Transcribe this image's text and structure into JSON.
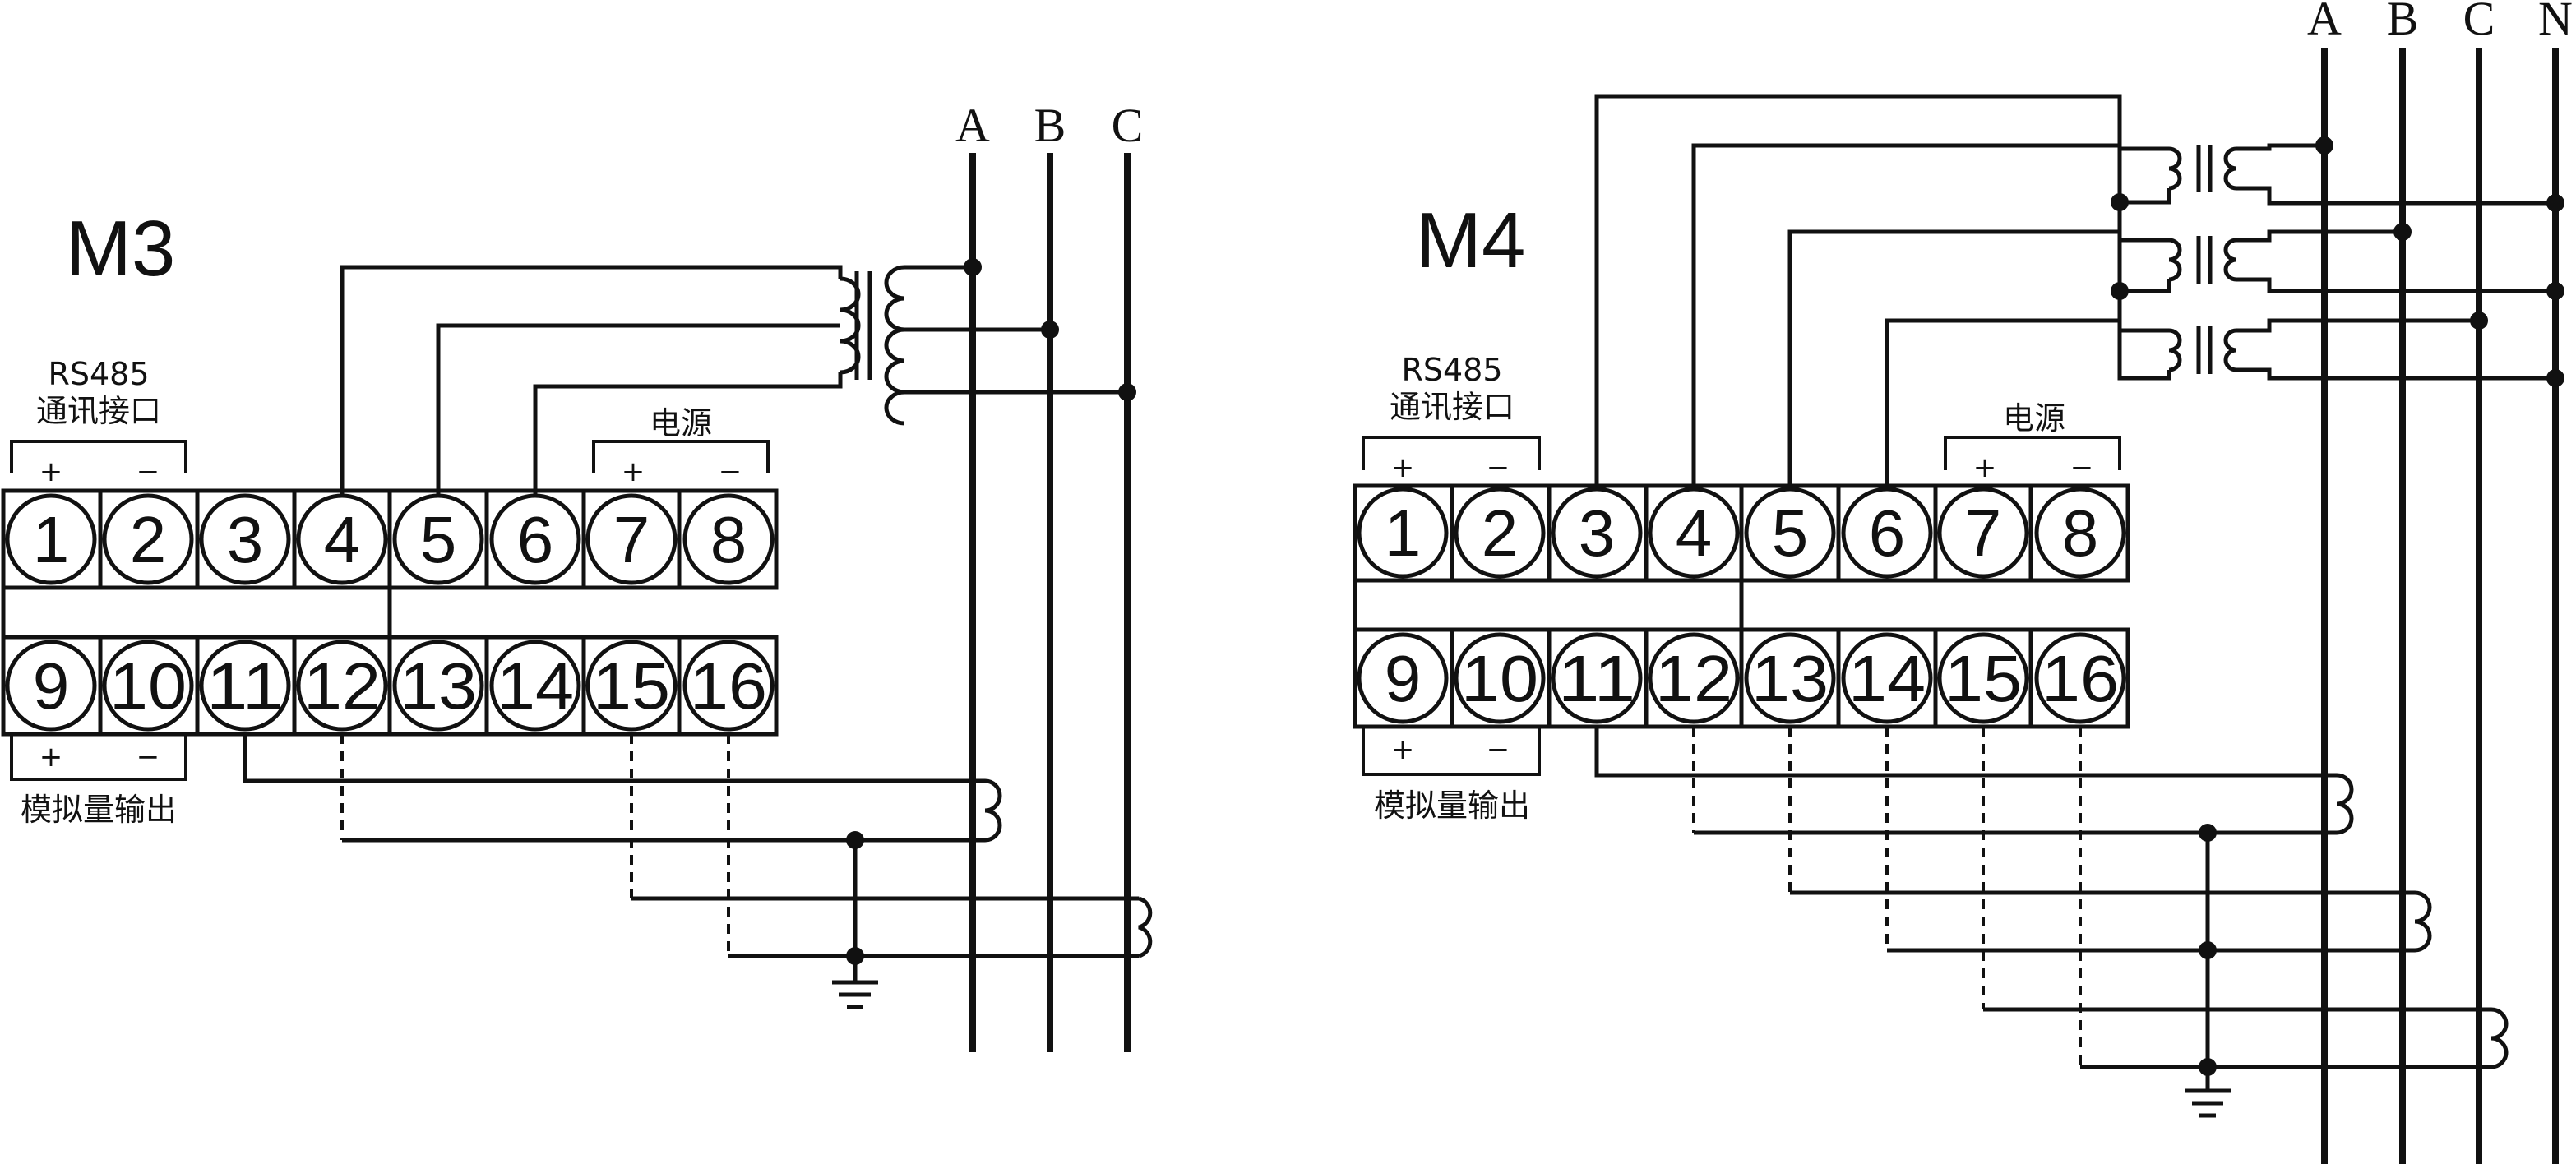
{
  "diagrams": [
    {
      "title": "M3",
      "rs485_label_line1": "RS485",
      "rs485_label_line2": "通讯接口",
      "power_label": "电源",
      "analog_label": "模拟量输出",
      "plus": "+",
      "minus": "−",
      "phases": [
        "A",
        "B",
        "C"
      ],
      "terminals_top": [
        "1",
        "2",
        "3",
        "4",
        "5",
        "6",
        "7",
        "8"
      ],
      "terminals_bottom": [
        "9",
        "10",
        "11",
        "12",
        "13",
        "14",
        "15",
        "16"
      ]
    },
    {
      "title": "M4",
      "rs485_label_line1": "RS485",
      "rs485_label_line2": "通讯接口",
      "power_label": "电源",
      "analog_label": "模拟量输出",
      "plus": "+",
      "minus": "−",
      "phases": [
        "A",
        "B",
        "C",
        "N"
      ],
      "terminals_top": [
        "1",
        "2",
        "3",
        "4",
        "5",
        "6",
        "7",
        "8"
      ],
      "terminals_bottom": [
        "9",
        "10",
        "11",
        "12",
        "13",
        "14",
        "15",
        "16"
      ]
    }
  ]
}
